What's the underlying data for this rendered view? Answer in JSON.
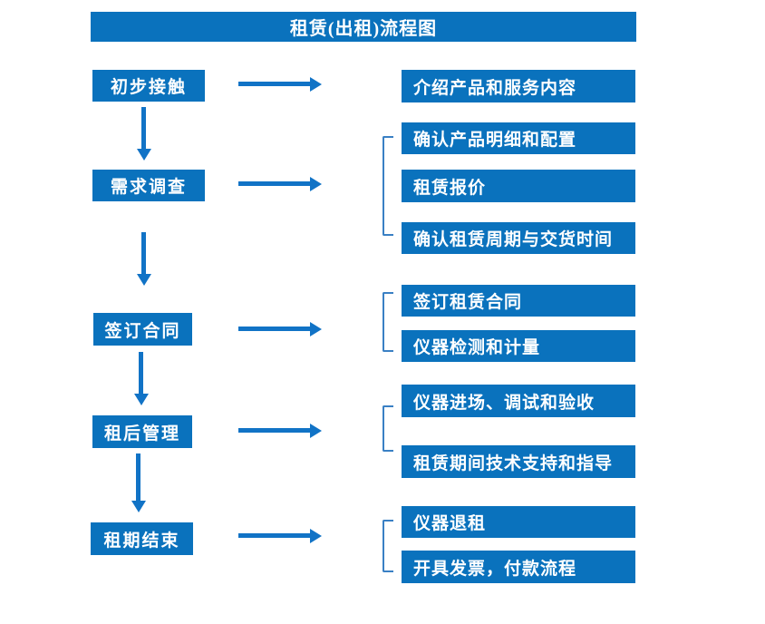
{
  "title": {
    "text": "租赁(出租)流程图"
  },
  "colors": {
    "box_blue": "#0a72bd",
    "arrow_blue": "#1173c6",
    "bracket_blue": "#3a80c4",
    "text_white": "#ffffff"
  },
  "flow": {
    "steps": [
      {
        "label": "初步接触",
        "details": [
          "介绍产品和服务内容"
        ]
      },
      {
        "label": "需求调查",
        "details": [
          "确认产品明细和配置",
          "租赁报价",
          "确认租赁周期与交货时间"
        ]
      },
      {
        "label": "签订合同",
        "details": [
          "签订租赁合同",
          "仪器检测和计量"
        ]
      },
      {
        "label": "租后管理",
        "details": [
          "仪器进场、调试和验收",
          "租赁期间技术支持和指导"
        ]
      },
      {
        "label": "租期结束",
        "details": [
          "仪器退租",
          "开具发票，付款流程"
        ]
      }
    ]
  }
}
